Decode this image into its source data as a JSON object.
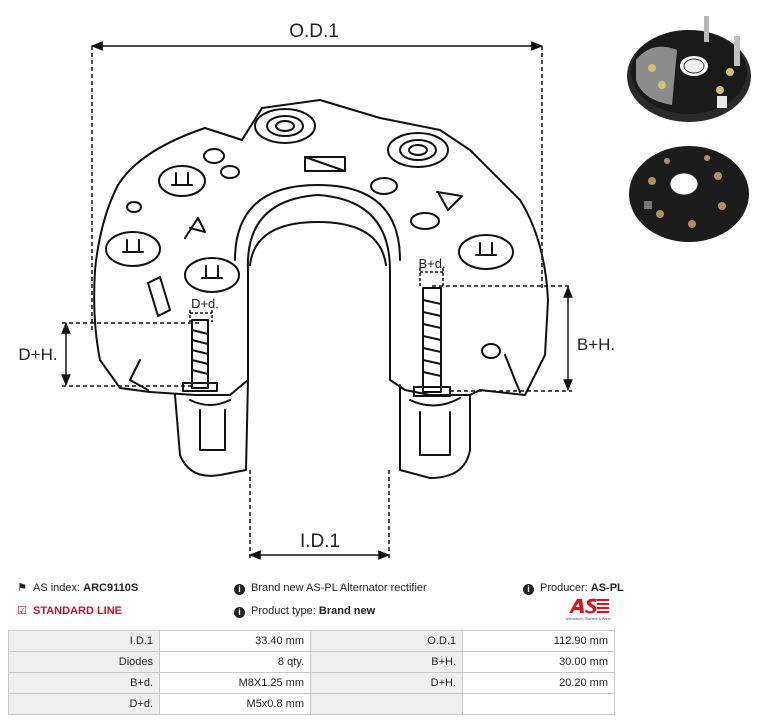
{
  "drawing": {
    "od_label": "O.D.1",
    "id_label": "I.D.1",
    "dh_label": "D+H.",
    "bh_label": "B+H.",
    "dd_label": "D+d.",
    "bd_label": "B+d."
  },
  "info": {
    "as_index_label": "AS index:",
    "as_index_value": "ARC9110S",
    "description": "Brand new AS-PL Alternator rectifier",
    "producer_label": "Producer:",
    "producer_value": "AS-PL",
    "standard_line": "STANDARD LINE",
    "product_type_label": "Product type:",
    "product_type_value": "Brand new"
  },
  "logo": {
    "brand": "AS",
    "tagline": "Alternators, Starters & Parts",
    "color": "#d7141d"
  },
  "icons": {
    "tag": "tags-icon",
    "info": "info-circle-icon",
    "check": "check-square-icon"
  },
  "specs": [
    {
      "k1": "I.D.1",
      "v1": "33.40 mm",
      "k2": "O.D.1",
      "v2": "112.90 mm"
    },
    {
      "k1": "Diodes",
      "v1": "8 qty.",
      "k2": "B+H.",
      "v2": "30.00 mm"
    },
    {
      "k1": "B+d.",
      "v1": "M8X1.25 mm",
      "k2": "D+H.",
      "v2": "20.20 mm"
    },
    {
      "k1": "D+d.",
      "v1": "M5x0.8 mm",
      "k2": "",
      "v2": ""
    }
  ]
}
